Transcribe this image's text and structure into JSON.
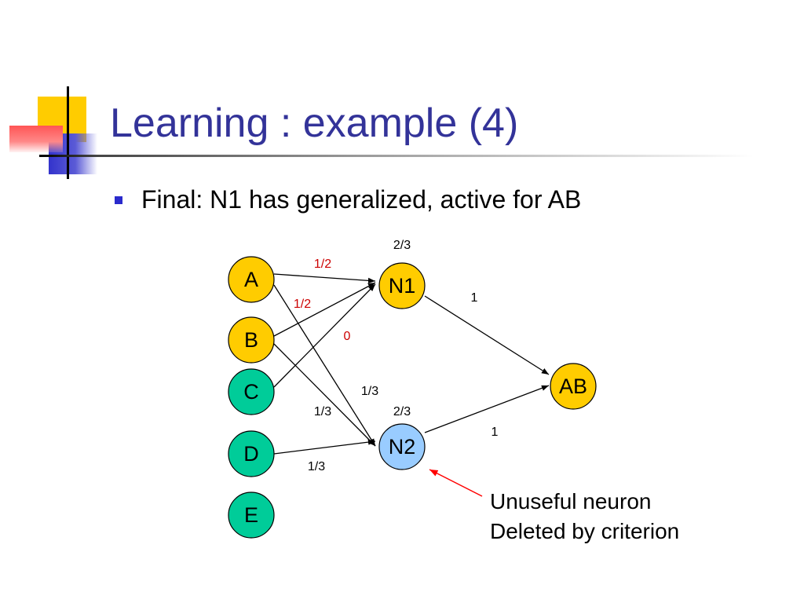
{
  "slide": {
    "title": "Learning : example (4)",
    "bullet": "Final: N1 has generalized, active for AB",
    "note_line1": "Unuseful neuron",
    "note_line2": "Deleted by criterion"
  },
  "colors": {
    "title": "#333399",
    "bullet": "#2a2acc",
    "deco_yellow": "#ffcc00",
    "deco_red": "#ff5555",
    "deco_blue": "#3333cc",
    "node_yellow": "#ffcc00",
    "node_green": "#00cc99",
    "node_blue": "#99ccff",
    "edge": "#000000",
    "red_label": "#cc0000",
    "pointer": "#ff0000"
  },
  "diagram": {
    "nodes": [
      {
        "id": "A",
        "label": "A",
        "color": "node_yellow"
      },
      {
        "id": "B",
        "label": "B",
        "color": "node_yellow"
      },
      {
        "id": "C",
        "label": "C",
        "color": "node_green"
      },
      {
        "id": "D",
        "label": "D",
        "color": "node_green"
      },
      {
        "id": "E",
        "label": "E",
        "color": "node_green"
      },
      {
        "id": "N1",
        "label": "N1",
        "color": "node_yellow"
      },
      {
        "id": "N2",
        "label": "N2",
        "color": "node_blue"
      },
      {
        "id": "AB",
        "label": "AB",
        "color": "node_yellow"
      }
    ],
    "edges": [
      {
        "from": "A",
        "to": "N1"
      },
      {
        "from": "A",
        "to": "N2"
      },
      {
        "from": "B",
        "to": "N1"
      },
      {
        "from": "B",
        "to": "N2"
      },
      {
        "from": "C",
        "to": "N1"
      },
      {
        "from": "D",
        "to": "N2"
      },
      {
        "from": "N1",
        "to": "AB"
      },
      {
        "from": "N2",
        "to": "AB"
      }
    ],
    "labels": [
      {
        "id": "n1-threshold",
        "text": "2/3",
        "color": "edge"
      },
      {
        "id": "a-n1-weight",
        "text": "1/2",
        "color": "red_label"
      },
      {
        "id": "b-n1-weight",
        "text": "1/2",
        "color": "red_label"
      },
      {
        "id": "c-n1-weight",
        "text": "0",
        "color": "red_label"
      },
      {
        "id": "n1-ab-weight",
        "text": "1",
        "color": "edge"
      },
      {
        "id": "a-n2-weight",
        "text": "1/3",
        "color": "edge"
      },
      {
        "id": "b-n2-weight",
        "text": "1/3",
        "color": "edge"
      },
      {
        "id": "n2-threshold",
        "text": "2/3",
        "color": "edge"
      },
      {
        "id": "d-n2-weight",
        "text": "1/3",
        "color": "edge"
      },
      {
        "id": "n2-ab-weight",
        "text": "1",
        "color": "edge"
      }
    ]
  }
}
